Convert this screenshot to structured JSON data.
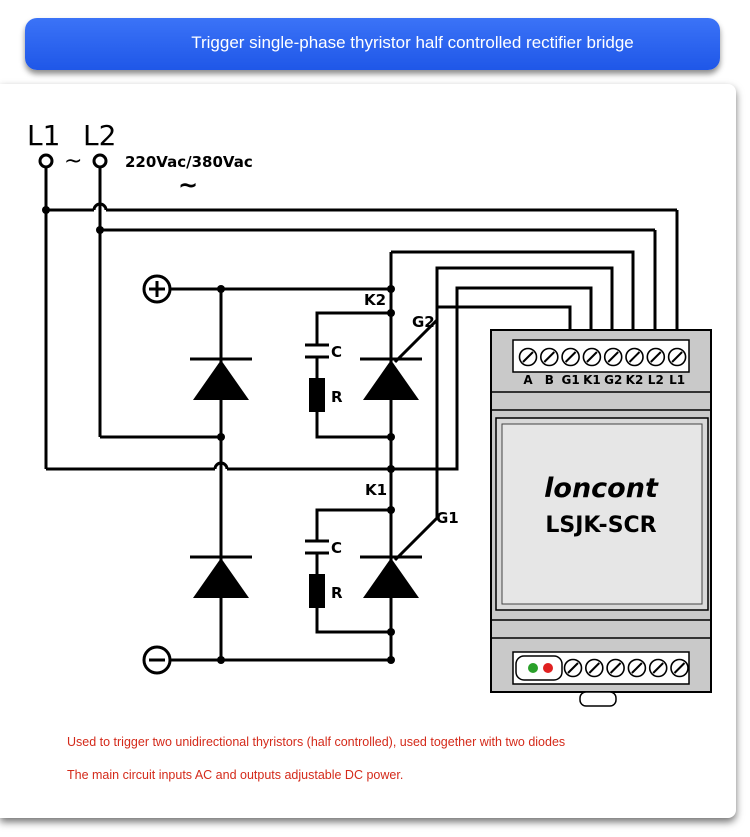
{
  "title": "Trigger single-phase thyristor half controlled rectifier bridge",
  "inputs": {
    "l1": "L1",
    "l2": "L2",
    "voltage": "220Vac/380Vac",
    "ac_symbol": "~"
  },
  "labels": {
    "k2": "K2",
    "g2": "G2",
    "k1": "K1",
    "g1": "G1",
    "c": "C",
    "r": "R"
  },
  "module": {
    "brand": "loncont",
    "model": "LSJK-SCR",
    "terminals": [
      "A",
      "B",
      "G1",
      "K1",
      "G2",
      "K2",
      "L2",
      "L1"
    ]
  },
  "notes": [
    "Used to trigger two unidirectional thyristors (half controlled), used together with two diodes",
    "The main circuit inputs AC and outputs adjustable DC power."
  ]
}
